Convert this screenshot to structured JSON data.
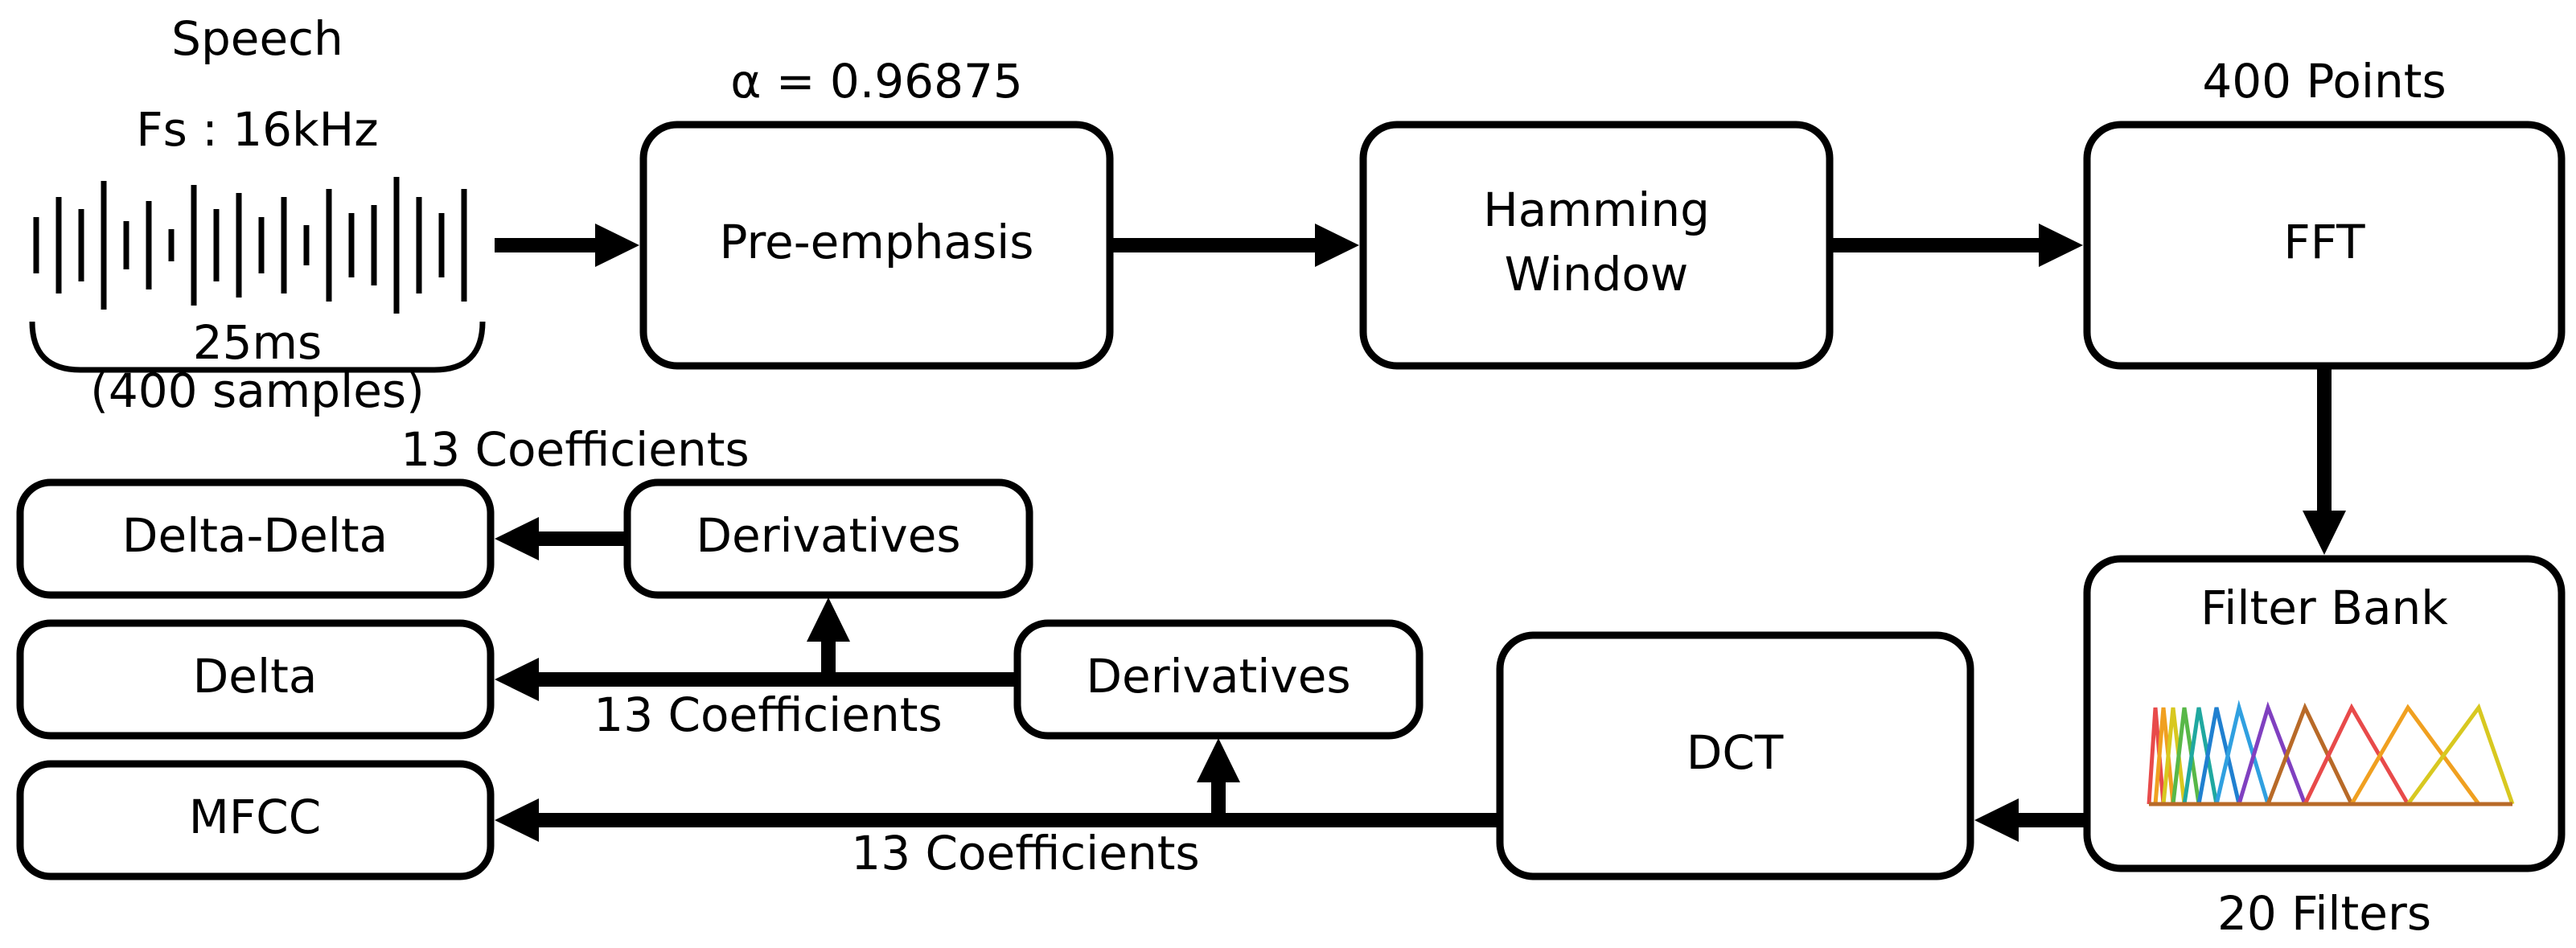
{
  "input": {
    "title": "Speech",
    "sample_rate": "Fs : 16kHz",
    "frame_length": "25ms",
    "frame_samples": "(400 samples)"
  },
  "annotations": {
    "alpha": "α = 0.96875",
    "fft_points": "400 Points",
    "num_filters": "20 Filters",
    "coeff_top": "13 Coefficients",
    "coeff_mid": "13 Coefficients",
    "coeff_bottom": "13 Coefficients"
  },
  "blocks": {
    "pre_emphasis": "Pre-emphasis",
    "hamming_line1": "Hamming",
    "hamming_line2": "Window",
    "fft": "FFT",
    "filter_bank": "Filter Bank",
    "dct": "DCT",
    "derivatives_top": "Derivatives",
    "derivatives_mid": "Derivatives",
    "delta_delta": "Delta-Delta",
    "delta": "Delta",
    "mfcc": "MFCC"
  },
  "filter_colors": [
    "#e84a4a",
    "#f0a020",
    "#d8c820",
    "#58b848",
    "#20a8a0",
    "#2080d0",
    "#30a0e0",
    "#8040c0",
    "#b86a28"
  ]
}
